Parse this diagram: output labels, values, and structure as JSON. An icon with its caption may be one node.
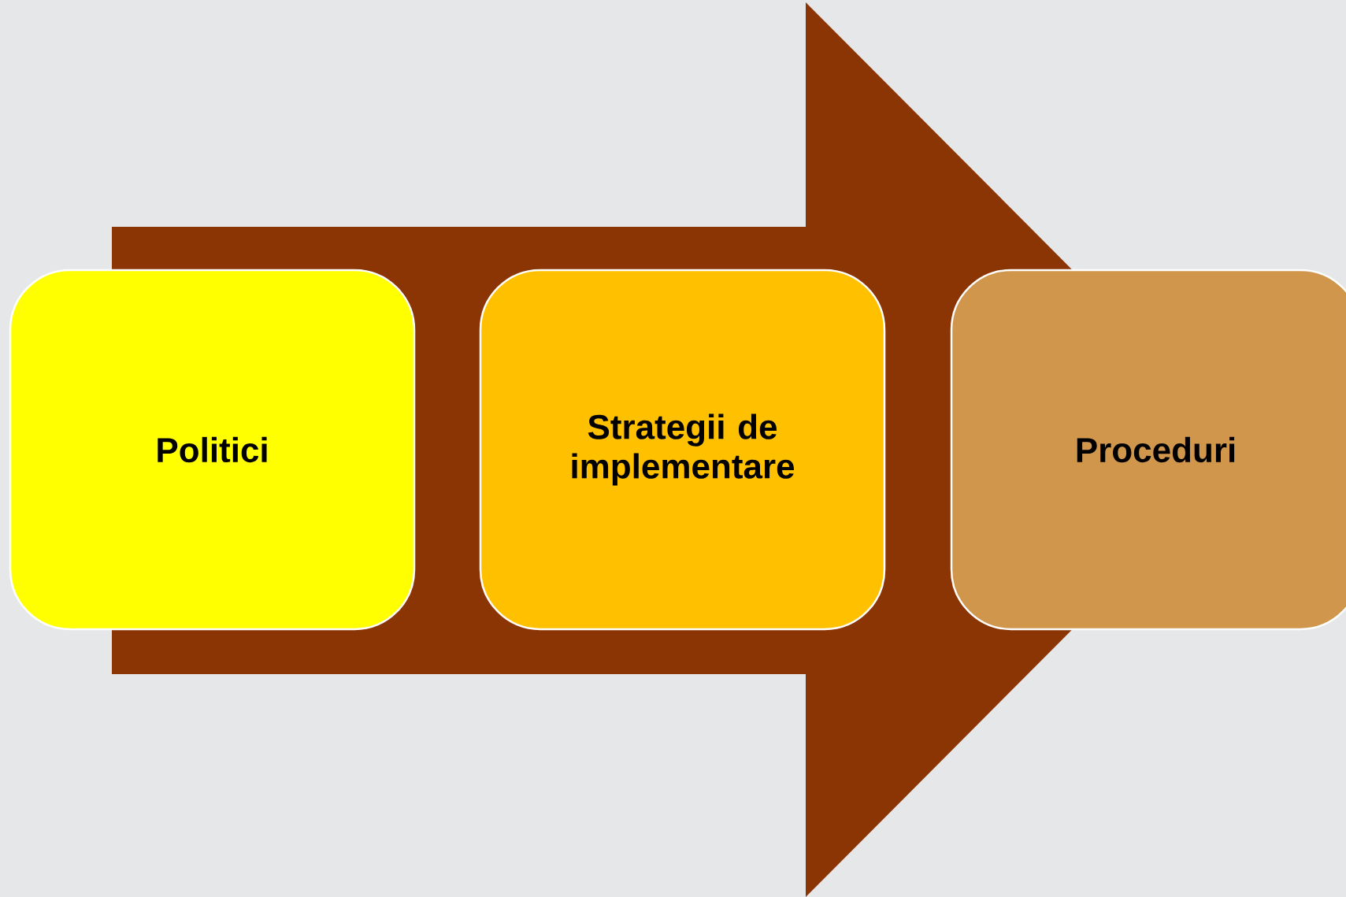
{
  "diagram": {
    "nodes": [
      {
        "text": [
          "Politici"
        ]
      },
      {
        "text": [
          "Strategii de implementare"
        ]
      },
      {
        "text": [
          "Proceduri"
        ]
      }
    ],
    "edges": [
      {
        "from": 0,
        "to": 2,
        "arrow": "to"
      }
    ]
  }
}
